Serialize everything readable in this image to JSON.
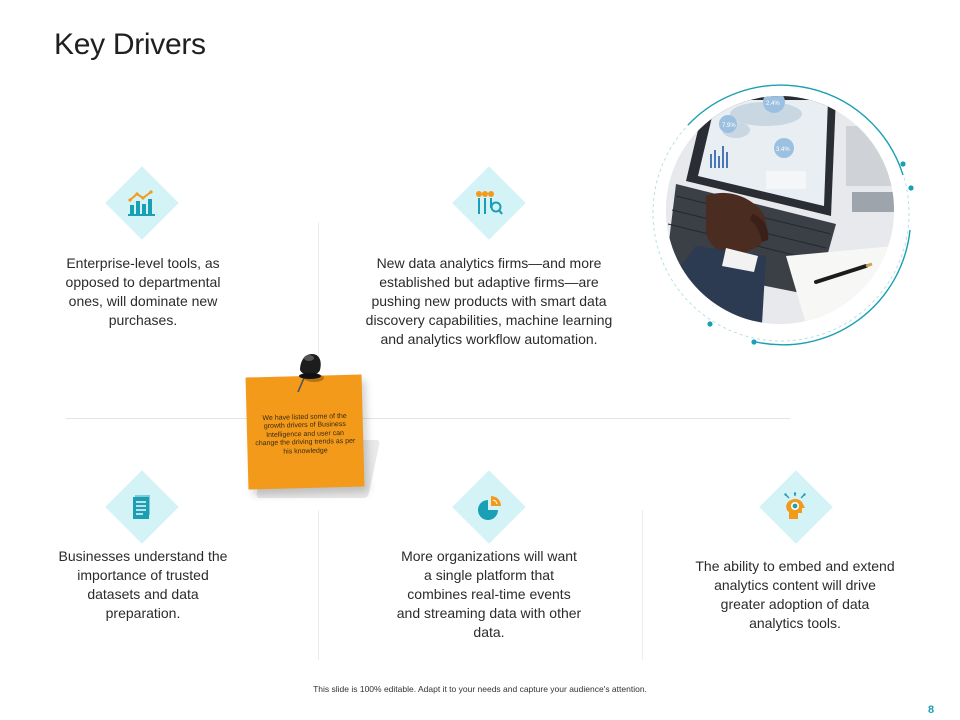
{
  "slide": {
    "title": "Key Drivers",
    "footer": "This slide is 100% editable. Adapt it to your needs and capture your audience's attention.",
    "page_number": "8",
    "accent_color": "#1a9fb4",
    "diamond_color": "#d4f3f7",
    "note_color": "#f39a1b"
  },
  "drivers": [
    {
      "icon": "bar-chart-icon",
      "text": "Enterprise-level tools, as opposed to departmental ones, will dominate new purchases."
    },
    {
      "icon": "analytics-search-icon",
      "text": "New data analytics firms—and more established but adaptive firms—are pushing new products with smart data discovery capabilities, machine learning and analytics workflow automation."
    },
    {
      "icon": "document-icon",
      "text": "Businesses understand the importance of trusted datasets and data preparation."
    },
    {
      "icon": "pie-chart-icon",
      "text": "More organizations will want a single platform that combines real-time events and streaming data with other data."
    },
    {
      "icon": "idea-head-icon",
      "text": "The ability to embed and extend analytics content will drive greater adoption of data analytics tools."
    }
  ],
  "sticky_note": {
    "text": "We have listed some of the growth drivers of Business Intelligence and user can change the driving trends as per his knowledge"
  },
  "photo": {
    "chart_labels": [
      "7.9%",
      "3.4%",
      "2.4%"
    ]
  }
}
